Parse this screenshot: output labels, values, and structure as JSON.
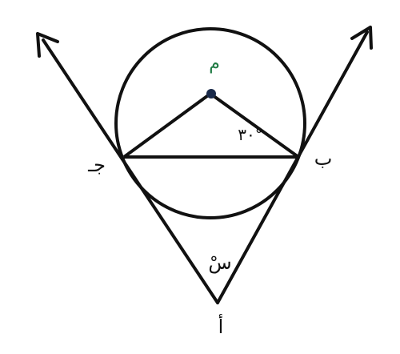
{
  "figure": {
    "colors": {
      "ink": "#111111",
      "center_label": "#1f7a43",
      "center_point": "#1a2a4a",
      "background": "#ffffff"
    },
    "points": {
      "center": "م",
      "tangent_right": "ب",
      "tangent_left": "جـ",
      "apex": "أ"
    },
    "angle_labels": {
      "at_b": "٣٠°",
      "at_a": "سْ"
    }
  }
}
